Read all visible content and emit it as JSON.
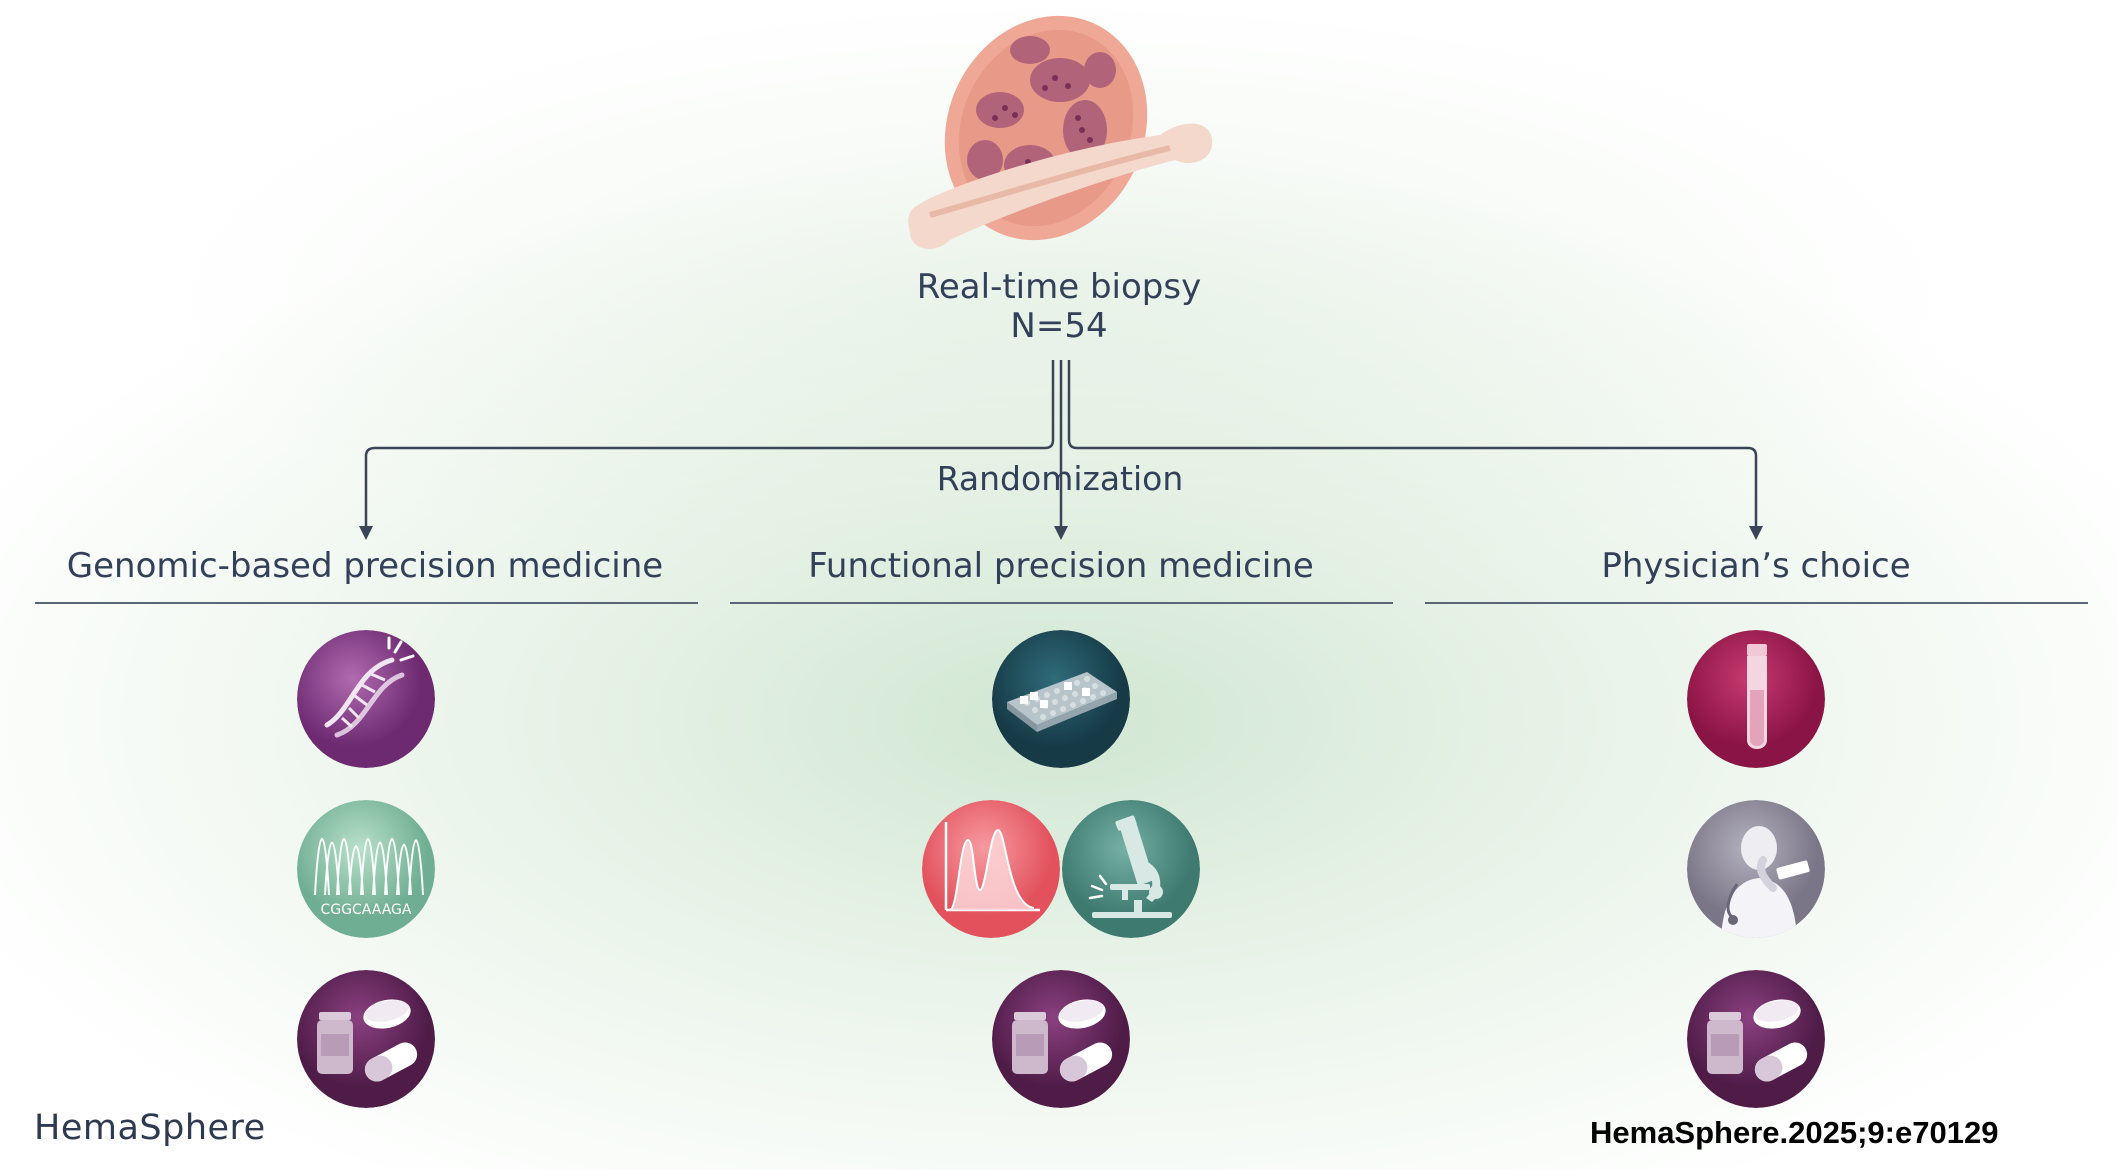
{
  "diagram": {
    "title": "Real-time biopsy",
    "n_label": "N=54",
    "randomization_label": "Randomization",
    "arms": [
      {
        "label": "Genomic-based precision medicine"
      },
      {
        "label": "Functional precision medicine"
      },
      {
        "label": "Physician’s choice"
      }
    ],
    "sequence_text": "CGGCAAAGA"
  },
  "footer": {
    "brand": "HemaSphere",
    "citation": "HemaSphere.2025;9:e70129"
  },
  "colors": {
    "text": "#33405a",
    "line": "#3a4558",
    "dna_circle": "#8a3c8e",
    "sequencing_circle": "#8fc7ab",
    "drug_circle": "#6a2d60",
    "plate_circle": "#1f4a5a",
    "flow_circle": "#ef6b72",
    "microscope_circle": "#4d8a80",
    "tube_circle": "#a51d56",
    "physician_circle": "#8e8b99"
  }
}
